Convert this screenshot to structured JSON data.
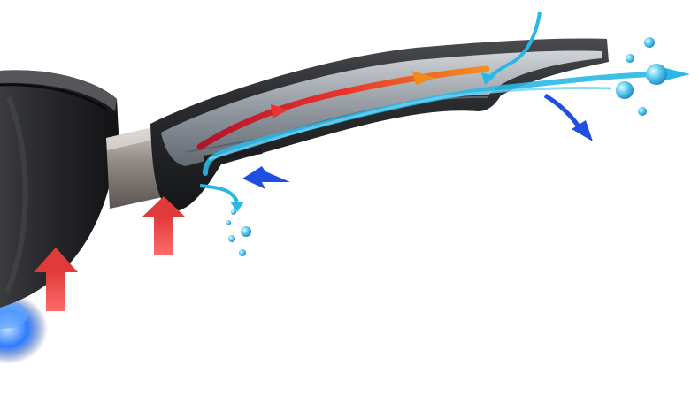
{
  "diagram": {
    "subject": "pan-handle-heat-flow",
    "colors": {
      "background": "#ffffff",
      "pan_body": "#1f2022",
      "handle_body": "#2b2d30",
      "ferrule": "#8a8480",
      "flame": "#2f7cff",
      "heat_rising": "#f0484a",
      "heat_dark": "#b5121b",
      "heat_orange": "#f08a1c",
      "cool_air": "#29b8e6",
      "cool_dark": "#1f4fe0",
      "vent_drops": "#3ab4e8"
    },
    "icons": [
      "pan-body",
      "flame-icon",
      "handle-body",
      "ferrule",
      "heat-arrow-icon",
      "air-flow-arrow-icon",
      "water-drop-icon"
    ]
  }
}
